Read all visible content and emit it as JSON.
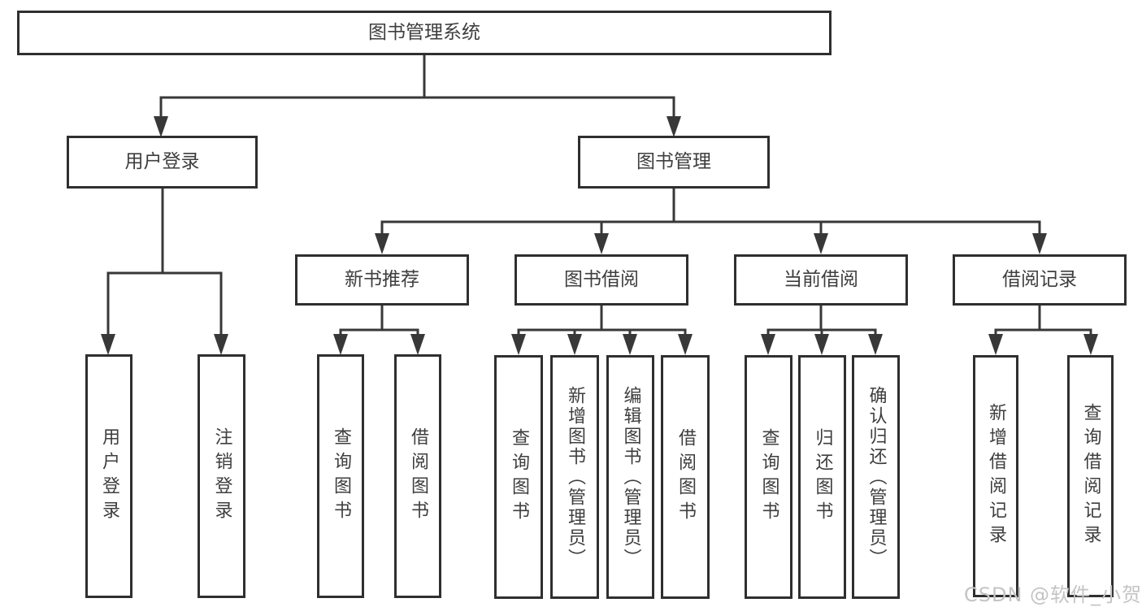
{
  "diagram": {
    "root": {
      "label": "图书管理系统"
    },
    "branches": [
      {
        "label": "用户登录",
        "children": [
          {
            "label": "用户登录"
          },
          {
            "label": "注销登录"
          }
        ]
      },
      {
        "label": "图书管理",
        "groups": [
          {
            "label": "新书推荐",
            "children": [
              {
                "label": "查询图书"
              },
              {
                "label": "借阅图书"
              }
            ]
          },
          {
            "label": "图书借阅",
            "children": [
              {
                "label": "查询图书"
              },
              {
                "label": "新增图书（管理员）"
              },
              {
                "label": "编辑图书（管理员）"
              },
              {
                "label": "借阅图书"
              }
            ]
          },
          {
            "label": "当前借阅",
            "children": [
              {
                "label": "查询图书"
              },
              {
                "label": "归还图书"
              },
              {
                "label": "确认归还（管理员）"
              }
            ]
          },
          {
            "label": "借阅记录",
            "children": [
              {
                "label": "新增借阅记录"
              },
              {
                "label": "查询借阅记录"
              }
            ]
          }
        ]
      }
    ]
  },
  "watermark": {
    "text": "CSDN @软件_小贺同学"
  },
  "colors": {
    "line": "#383838",
    "box_border": "#2f2f2f",
    "text": "#3e3e3e",
    "watermark": "#c4c4c4",
    "background": "#ffffff"
  }
}
